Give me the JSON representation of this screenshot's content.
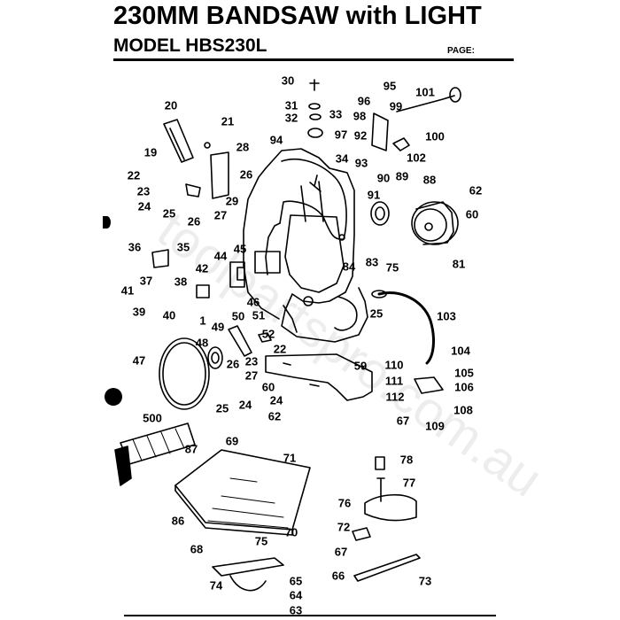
{
  "header": {
    "title": "230MM BANDSAW with LIGHT",
    "model": "MODEL HBS230L",
    "page_label": "PAGE:"
  },
  "watermark": "toolpartspro.com.au",
  "callouts": [
    "20",
    "21",
    "28",
    "19",
    "22",
    "23",
    "24",
    "25",
    "26",
    "27",
    "29",
    "26",
    "30",
    "31",
    "32",
    "33",
    "94",
    "97",
    "95",
    "96",
    "98",
    "99",
    "101",
    "100",
    "92",
    "102",
    "34",
    "93",
    "90",
    "89",
    "88",
    "91",
    "62",
    "60",
    "81",
    "36",
    "35",
    "45",
    "44",
    "42",
    "37",
    "38",
    "41",
    "39",
    "40",
    "46",
    "1",
    "50",
    "51",
    "49",
    "52",
    "48",
    "22",
    "23",
    "47",
    "26",
    "27",
    "60",
    "59",
    "24",
    "25",
    "24",
    "62",
    "84",
    "83",
    "75",
    "25",
    "103",
    "104",
    "105",
    "110",
    "111",
    "106",
    "112",
    "67",
    "108",
    "109",
    "500",
    "69",
    "87",
    "71",
    "78",
    "77",
    "76",
    "86",
    "72",
    "70",
    "68",
    "75",
    "67",
    "74",
    "66",
    "73",
    "65",
    "64",
    "63"
  ]
}
